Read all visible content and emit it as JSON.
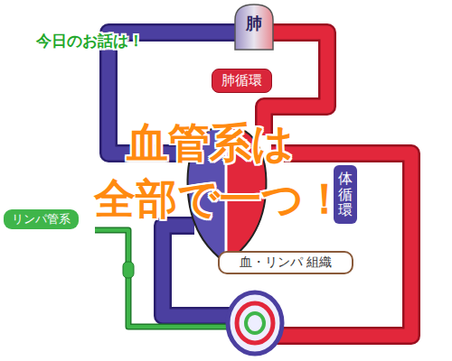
{
  "diagram": {
    "nodes": [
      {
        "text": [
          "肺"
        ]
      },
      {
        "text": [
          "肺循環"
        ]
      },
      {
        "text": [
          "リンパ管系"
        ]
      },
      {
        "text": [
          "体循環"
        ]
      },
      {
        "text": [
          "血・リンパ 組織"
        ]
      }
    ],
    "labels": [
      "今日のお話は！",
      "血管系は",
      "全部で一つ！"
    ]
  }
}
